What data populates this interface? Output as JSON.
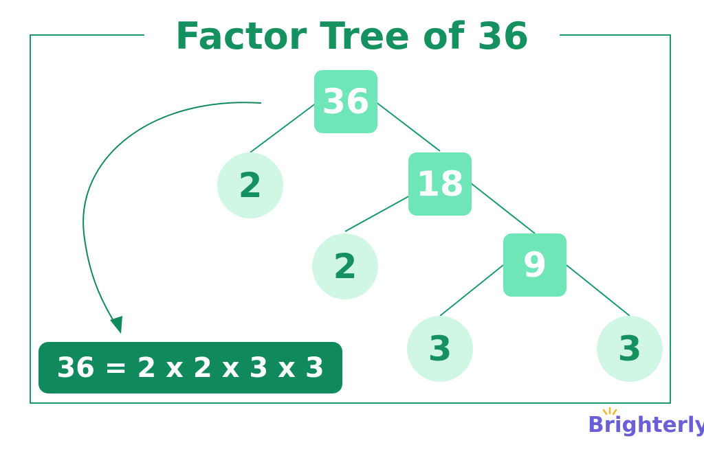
{
  "title": "Factor Tree of 36",
  "tree": {
    "root": "36",
    "level1_prime": "2",
    "level1_composite": "18",
    "level2_prime": "2",
    "level2_composite": "9",
    "level3_left": "3",
    "level3_right": "3"
  },
  "result": "36 = 2 x 2 x 3 x 3",
  "brand": "Brighterly",
  "colors": {
    "green_dark": "#108a5c",
    "green_title": "#14915f",
    "composite_fill": "#6fe6b7",
    "prime_fill": "#cff7e4",
    "brand_purple": "#6a5fd6",
    "brand_spark": "#f6b62a"
  }
}
